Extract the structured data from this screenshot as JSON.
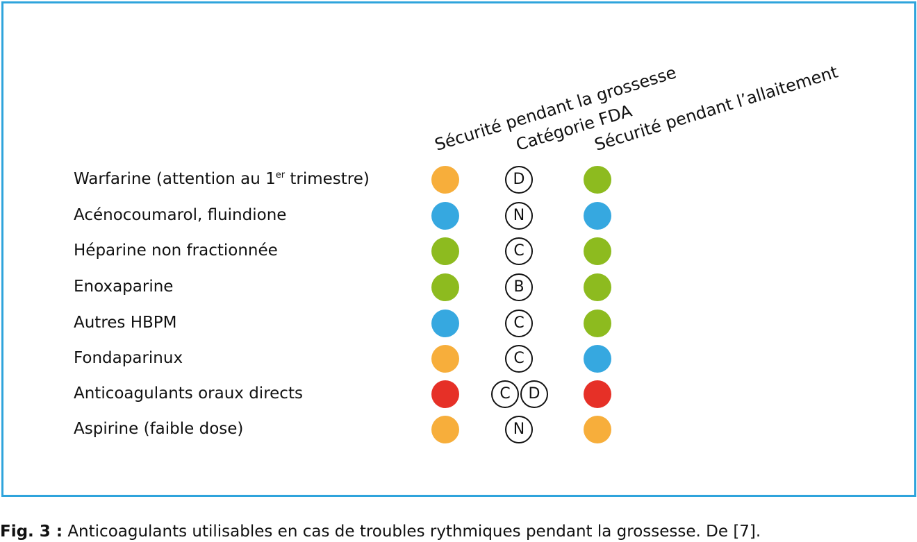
{
  "colors": {
    "orange": "#f7ae3b",
    "blue": "#36a8e0",
    "green": "#8dbb1f",
    "red": "#e63027",
    "frame": "#2fa4dc"
  },
  "headers": {
    "pregnancy": "Sécurité pendant la grossesse",
    "fda": "Catégorie FDA",
    "lactation": "Sécurité pendant l’allaitement"
  },
  "rows": [
    {
      "label": "Warfarine (attention au 1",
      "label_sup": "er",
      "label_after": " trimestre)",
      "pregnancy": "orange",
      "fda": [
        "D"
      ],
      "lactation": "green"
    },
    {
      "label": "Acénocoumarol, fluindione",
      "pregnancy": "blue",
      "fda": [
        "N"
      ],
      "lactation": "blue"
    },
    {
      "label": "Héparine non fractionnée",
      "pregnancy": "green",
      "fda": [
        "C"
      ],
      "lactation": "green"
    },
    {
      "label": "Enoxaparine",
      "pregnancy": "green",
      "fda": [
        "B"
      ],
      "lactation": "green"
    },
    {
      "label": "Autres HBPM",
      "pregnancy": "blue",
      "fda": [
        "C"
      ],
      "lactation": "green"
    },
    {
      "label": "Fondaparinux",
      "pregnancy": "orange",
      "fda": [
        "C"
      ],
      "lactation": "blue"
    },
    {
      "label": "Anticoagulants oraux directs",
      "pregnancy": "red",
      "fda": [
        "C",
        "D"
      ],
      "lactation": "red"
    },
    {
      "label": "Aspirine (faible dose)",
      "pregnancy": "orange",
      "fda": [
        "N"
      ],
      "lactation": "orange"
    }
  ],
  "caption": {
    "fig": "Fig. 3 :",
    "text": " Anticoagulants utilisables en cas de troubles rythmiques pendant la grossesse. De [7]."
  }
}
